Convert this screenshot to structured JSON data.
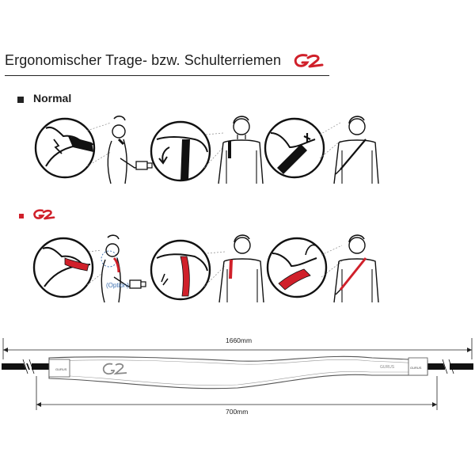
{
  "header": {
    "title": "Ergonomischer Trage- bzw. Schulterriemen"
  },
  "logo": {
    "mark": "G2",
    "color": "#d0202a"
  },
  "sections": {
    "normal": {
      "label": "Normal",
      "marker_color": "#222222"
    },
    "g2": {
      "label": "G2",
      "marker_color": "#d0202a"
    }
  },
  "option_note": "(Option)",
  "dimensions": {
    "total_length": "1660mm",
    "pad_length": "700mm"
  },
  "strap_branding": {
    "pad_logo": "G2",
    "end_text": "GURUS"
  },
  "colors": {
    "strap_normal": "#111111",
    "strap_g2": "#d0202a",
    "line": "#222222",
    "option_blue": "#3b6fb0"
  }
}
